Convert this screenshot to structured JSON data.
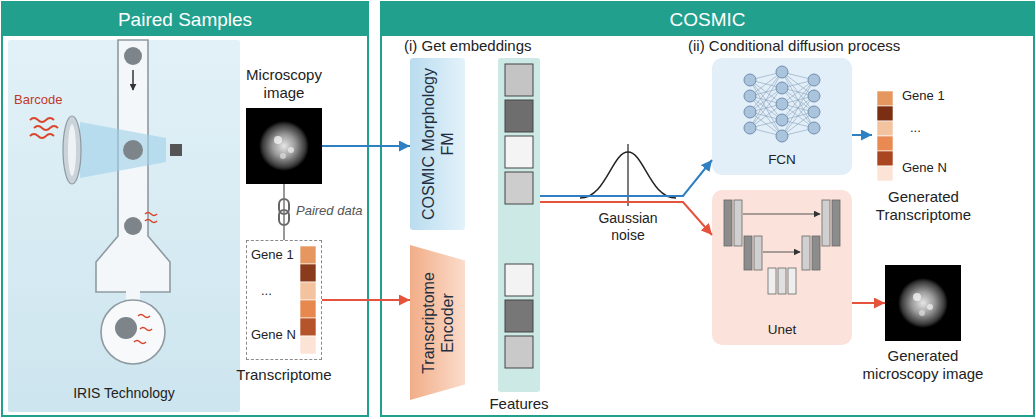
{
  "diagram": {
    "nodes": [
      {
        "text": [
          "Paired Samples"
        ]
      },
      {
        "text": [
          "IRIS Technology"
        ],
        "in": 0
      },
      {
        "text": [
          "Microscopy image"
        ],
        "in": 0
      },
      {
        "text": [
          "Gene 1",
          "...",
          "Gene N",
          "Transcriptome"
        ],
        "in": 0
      },
      {
        "text": [
          "COSMIC"
        ]
      },
      {
        "text": [
          "COSMIC Morphology FM"
        ],
        "in": 4
      },
      {
        "text": [
          "Transcriptome Encoder"
        ],
        "in": 4
      },
      {
        "text": [
          "Features"
        ],
        "in": 4
      },
      {
        "text": [
          "FCN"
        ],
        "in": 4
      },
      {
        "text": [
          "Unet"
        ],
        "in": 4
      },
      {
        "text": [
          "Gene 1",
          "...",
          "Gene N",
          "Generated Transcriptome"
        ],
        "in": 4
      },
      {
        "text": [
          "Generated microscopy image"
        ],
        "in": 4
      }
    ],
    "edges": [
      {
        "from": 2,
        "to": 3,
        "arrow": "none",
        "label": "Paired data"
      },
      {
        "from": 2,
        "to": 5,
        "arrow": "to"
      },
      {
        "from": 3,
        "to": 6,
        "arrow": "to"
      },
      {
        "from": 7,
        "to": 8,
        "arrow": "to"
      },
      {
        "from": 7,
        "to": 9,
        "arrow": "to"
      },
      {
        "from": 8,
        "to": 10,
        "arrow": "to"
      },
      {
        "from": 9,
        "to": 11,
        "arrow": "to"
      }
    ],
    "labels": [
      "Barcode",
      "(i) Get embeddings",
      "(ii) Conditional diffusion process",
      "Gaussian noise"
    ]
  }
}
